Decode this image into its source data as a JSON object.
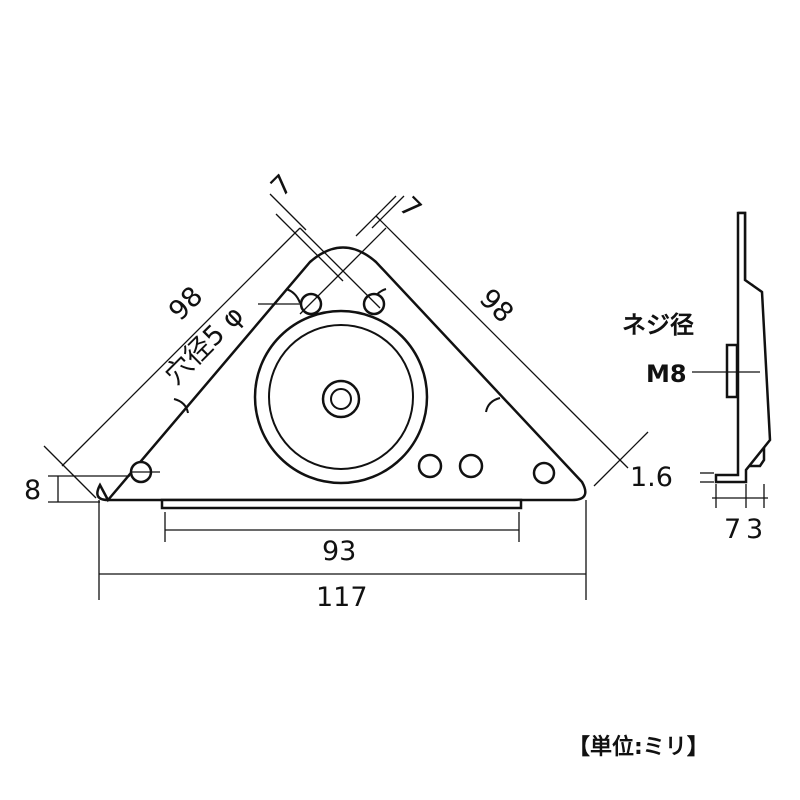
{
  "dimensions": {
    "left_edge": "98",
    "right_edge": "98",
    "left_hole_offset": "7",
    "right_hole_offset": "7",
    "hole_label": "穴径5 φ",
    "height": "8",
    "slot": "93",
    "base": "117",
    "thickness": "1.6",
    "side_a": "7",
    "side_b": "3"
  },
  "side_view": {
    "thread_label": "ネジ径",
    "thread_size": "M8"
  },
  "unit_note": "【単位:ミリ】"
}
